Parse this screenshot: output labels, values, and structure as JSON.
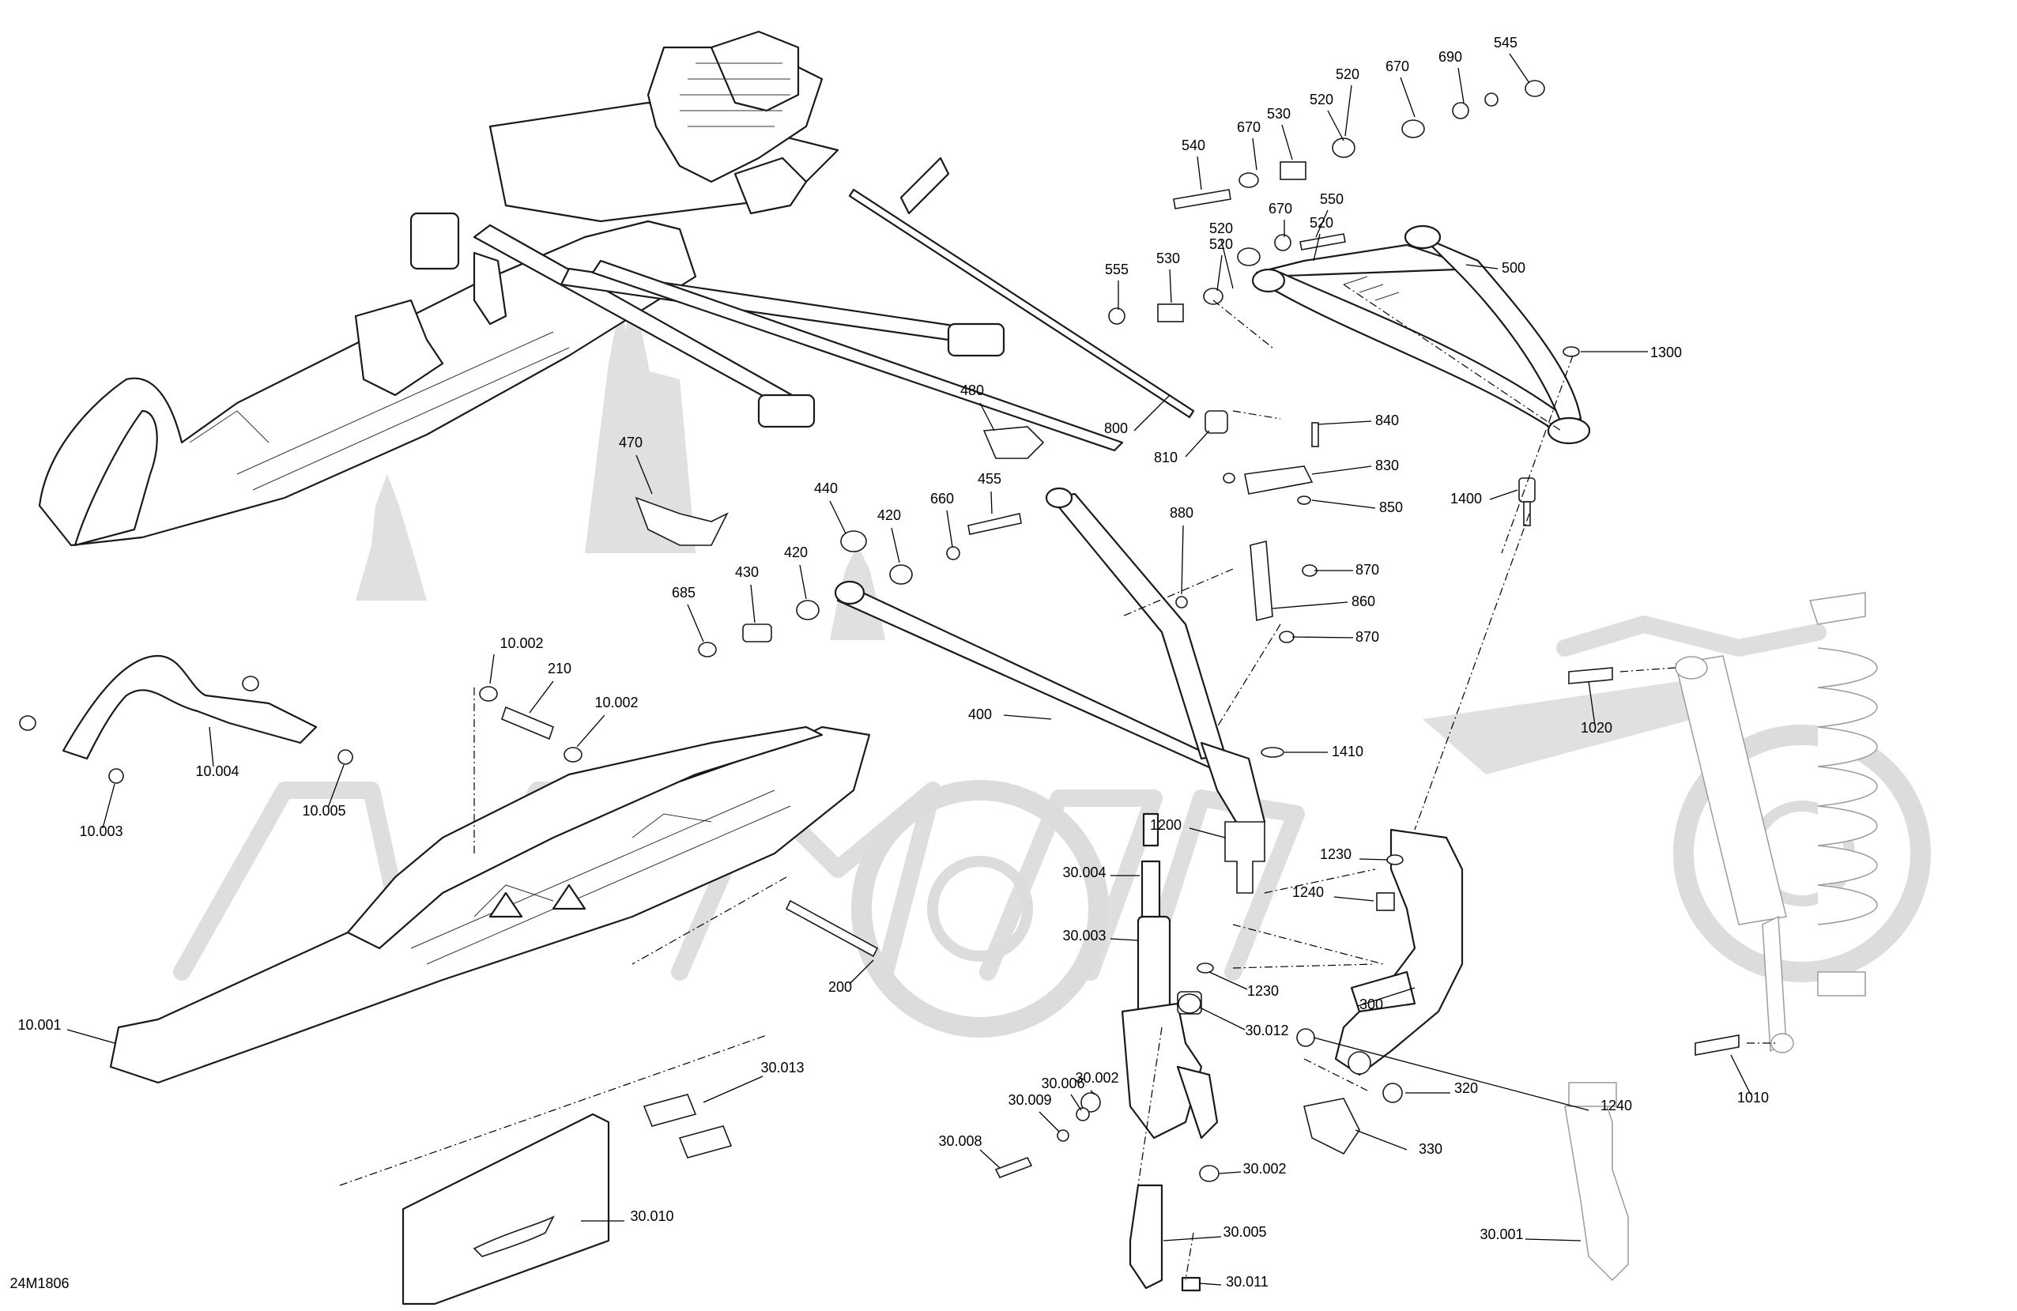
{
  "diagram": {
    "drawing_number": "24M1806",
    "labels": [
      "545",
      "690",
      "670",
      "520",
      "520",
      "670",
      "530",
      "540",
      "520",
      "520",
      "670",
      "550",
      "555",
      "530",
      "520",
      "500",
      "1300",
      "480",
      "840",
      "830",
      "850",
      "800",
      "810",
      "470",
      "440",
      "420",
      "660",
      "455",
      "420",
      "880",
      "870",
      "860",
      "870",
      "1400",
      "685",
      "430",
      "10.002",
      "210",
      "10.002",
      "400",
      "1410",
      "1020",
      "10.004",
      "10.003",
      "10.005",
      "1200",
      "1230",
      "30.004",
      "1240",
      "30.003",
      "1230",
      "300",
      "10.001",
      "200",
      "30.012",
      "320",
      "1010",
      "30.013",
      "30.002",
      "30.006",
      "30.009",
      "1240",
      "330",
      "30.008",
      "30.002",
      "30.010",
      "30.005",
      "30.001",
      "30.011"
    ]
  }
}
